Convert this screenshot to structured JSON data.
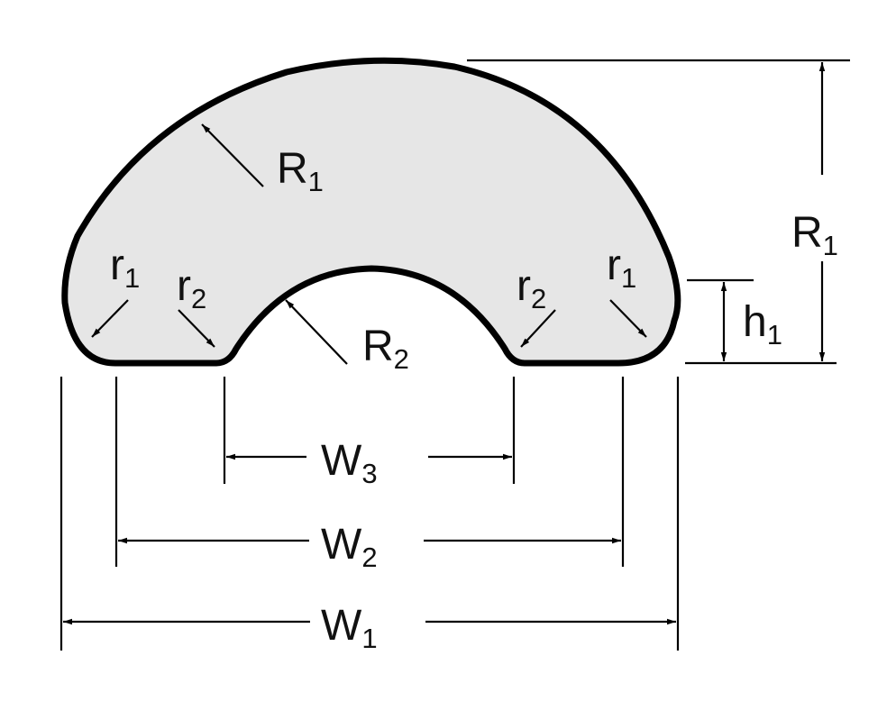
{
  "diagram": {
    "colors": {
      "profile_fill": "#e6e6e6",
      "outline": "#000000",
      "background": "#ffffff"
    },
    "labels": {
      "R1_inner": {
        "main": "R",
        "sub": "1"
      },
      "R1_side": {
        "main": "R",
        "sub": "1"
      },
      "R2": {
        "main": "R",
        "sub": "2"
      },
      "h1": {
        "main": "h",
        "sub": "1"
      },
      "r1_left": {
        "main": "r",
        "sub": "1"
      },
      "r2_left": {
        "main": "r",
        "sub": "2"
      },
      "r2_right": {
        "main": "r",
        "sub": "2"
      },
      "r1_right": {
        "main": "r",
        "sub": "1"
      },
      "W1": {
        "main": "W",
        "sub": "1"
      },
      "W2": {
        "main": "W",
        "sub": "2"
      },
      "W3": {
        "main": "W",
        "sub": "3"
      }
    }
  }
}
